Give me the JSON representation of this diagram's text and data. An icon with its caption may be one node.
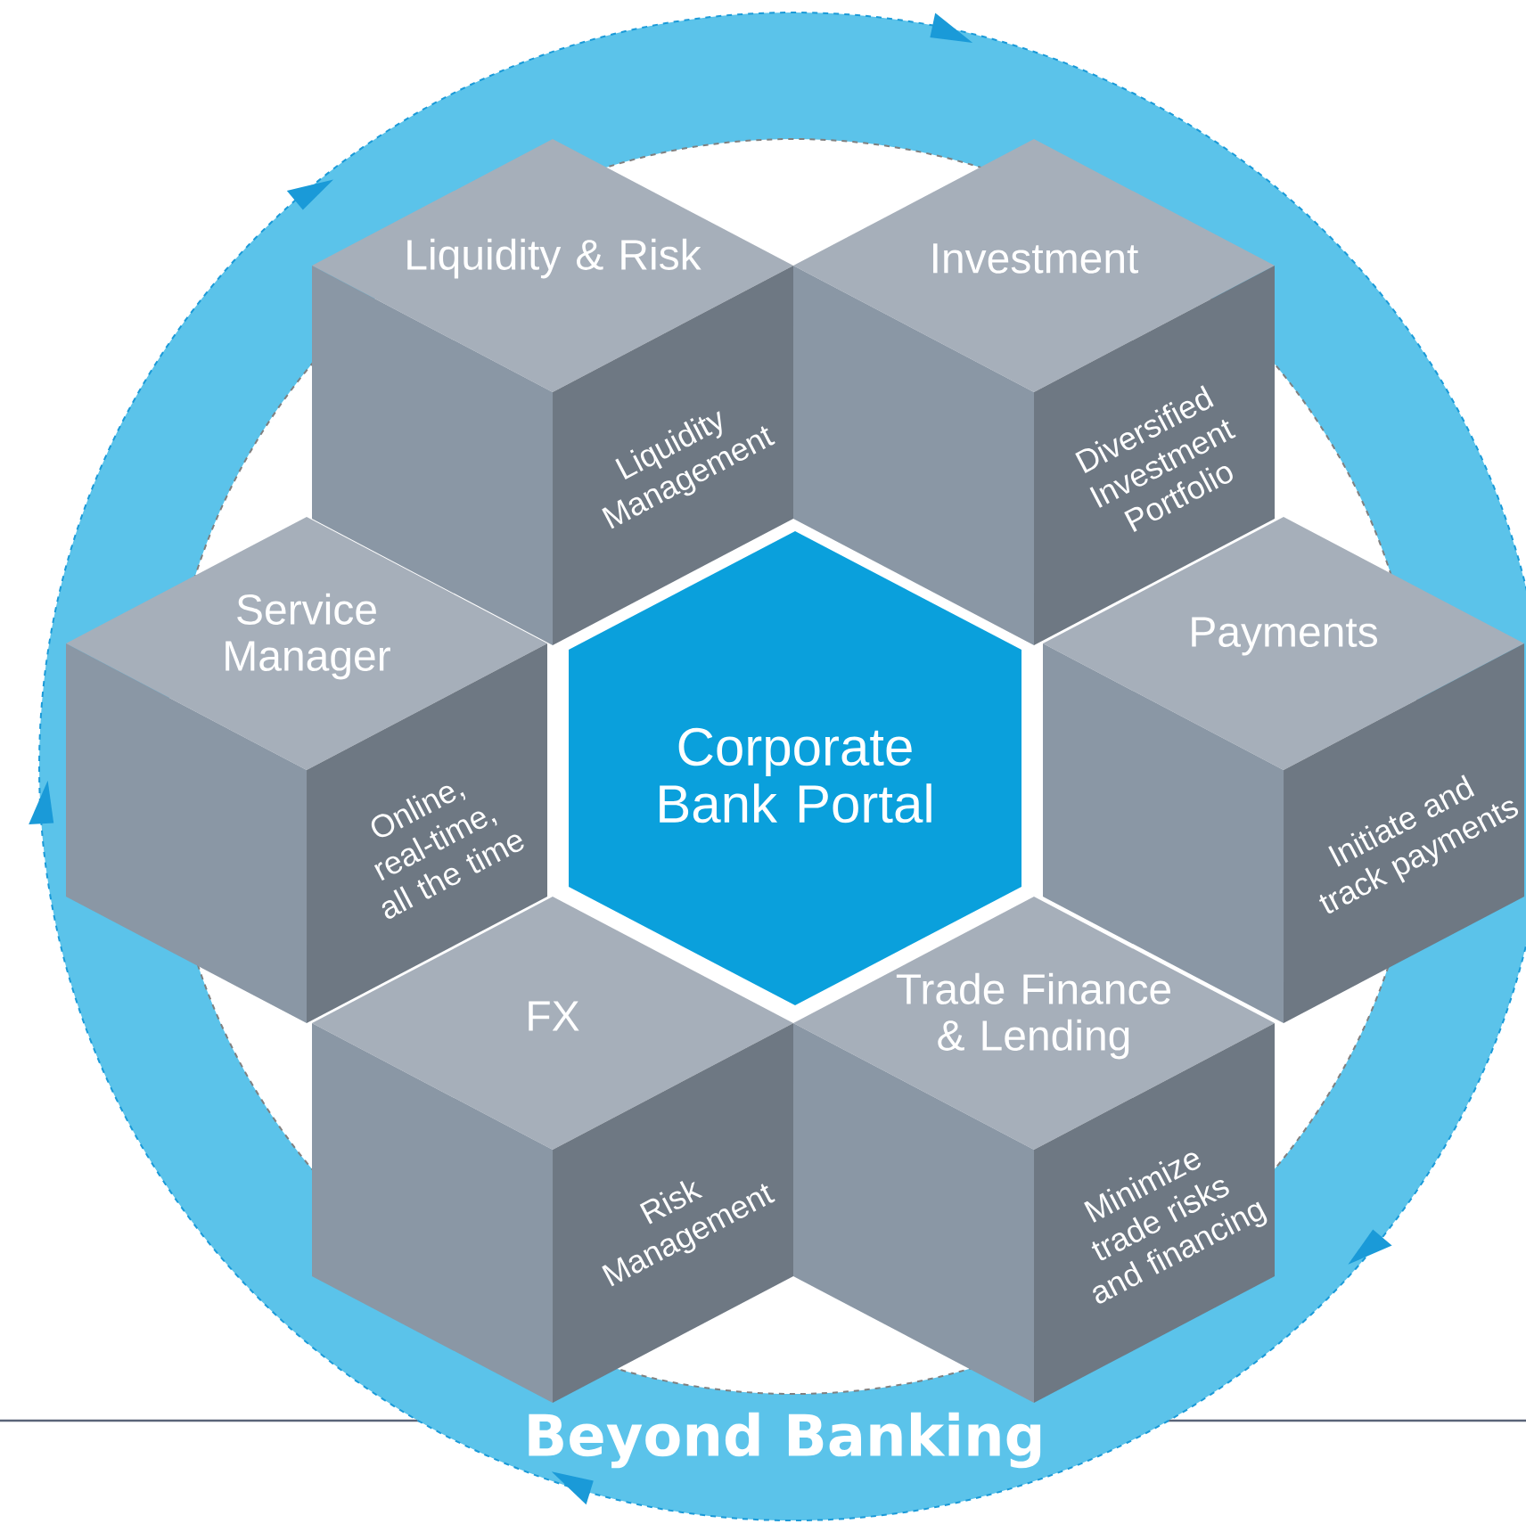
{
  "diagram": {
    "nodes": [
      {
        "text": [
          "Liquidity & Risk",
          "Liquidity Management"
        ]
      },
      {
        "text": [
          "Investment",
          "Diversified Investment Portfolio"
        ]
      },
      {
        "text": [
          "Service Manager",
          "Online, real-time, all the time"
        ]
      },
      {
        "text": [
          "Corporate Bank Portal"
        ]
      },
      {
        "text": [
          "Payments",
          "Initiate and track payments"
        ]
      },
      {
        "text": [
          "FX",
          "Risk Management"
        ]
      },
      {
        "text": [
          "Trade Finance & Lending",
          "Minimize trade risks and financing"
        ]
      }
    ],
    "labels": [
      "Beyond Banking"
    ]
  }
}
